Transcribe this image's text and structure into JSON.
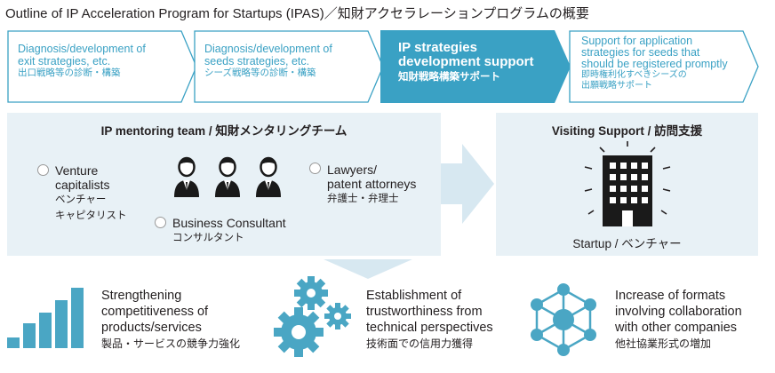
{
  "title": "Outline of IP Acceleration Program for Startups (IPAS)／知財アクセラレーションプログラムの概要",
  "colors": {
    "accent": "#3aa1c4",
    "panel": "#e8f1f6",
    "arrow": "#d7e8f1",
    "icon": "#4aa6c4"
  },
  "steps": [
    {
      "en1": "Diagnosis/development of",
      "en2": "exit strategies, etc.",
      "jp": "出口戦略等の診断・構築"
    },
    {
      "en1": "Diagnosis/development of",
      "en2": "seeds strategies, etc.",
      "jp": "シーズ戦略等の診断・構築"
    },
    {
      "en1": "IP strategies",
      "en2": "development support",
      "jp": "知財戦略構築サポート"
    },
    {
      "en1": "Support for application",
      "en2": "strategies for seeds that",
      "en3": "should be registered promptly",
      "jp1": "即時権利化すべきシーズの",
      "jp2": "出願戦略サポート"
    }
  ],
  "mentoring": {
    "title": "IP mentoring team / 知財メンタリングチーム",
    "vc": {
      "en1": "Venture",
      "en2": "capitalists",
      "jp1": "ベンチャー",
      "jp2": "キャピタリスト"
    },
    "lawyers": {
      "en1": "Lawyers/",
      "en2": "patent attorneys",
      "jp": "弁護士・弁理士"
    },
    "consultant": {
      "en": "Business Consultant",
      "jp": "コンサルタント"
    }
  },
  "visiting": {
    "title": "Visiting Support / 訪問支援",
    "startup": "Startup / ベンチャー"
  },
  "outcomes": [
    {
      "en1": "Strengthening",
      "en2": "competitiveness of",
      "en3": "products/services",
      "jp": "製品・サービスの競争力強化"
    },
    {
      "en1": "Establishment of",
      "en2": "trustworthiness from",
      "en3": "technical perspectives",
      "jp": "技術面での信用力獲得"
    },
    {
      "en1": "Increase of formats",
      "en2": "involving collaboration",
      "en3": "with other companies",
      "jp": "他社協業形式の増加"
    }
  ]
}
